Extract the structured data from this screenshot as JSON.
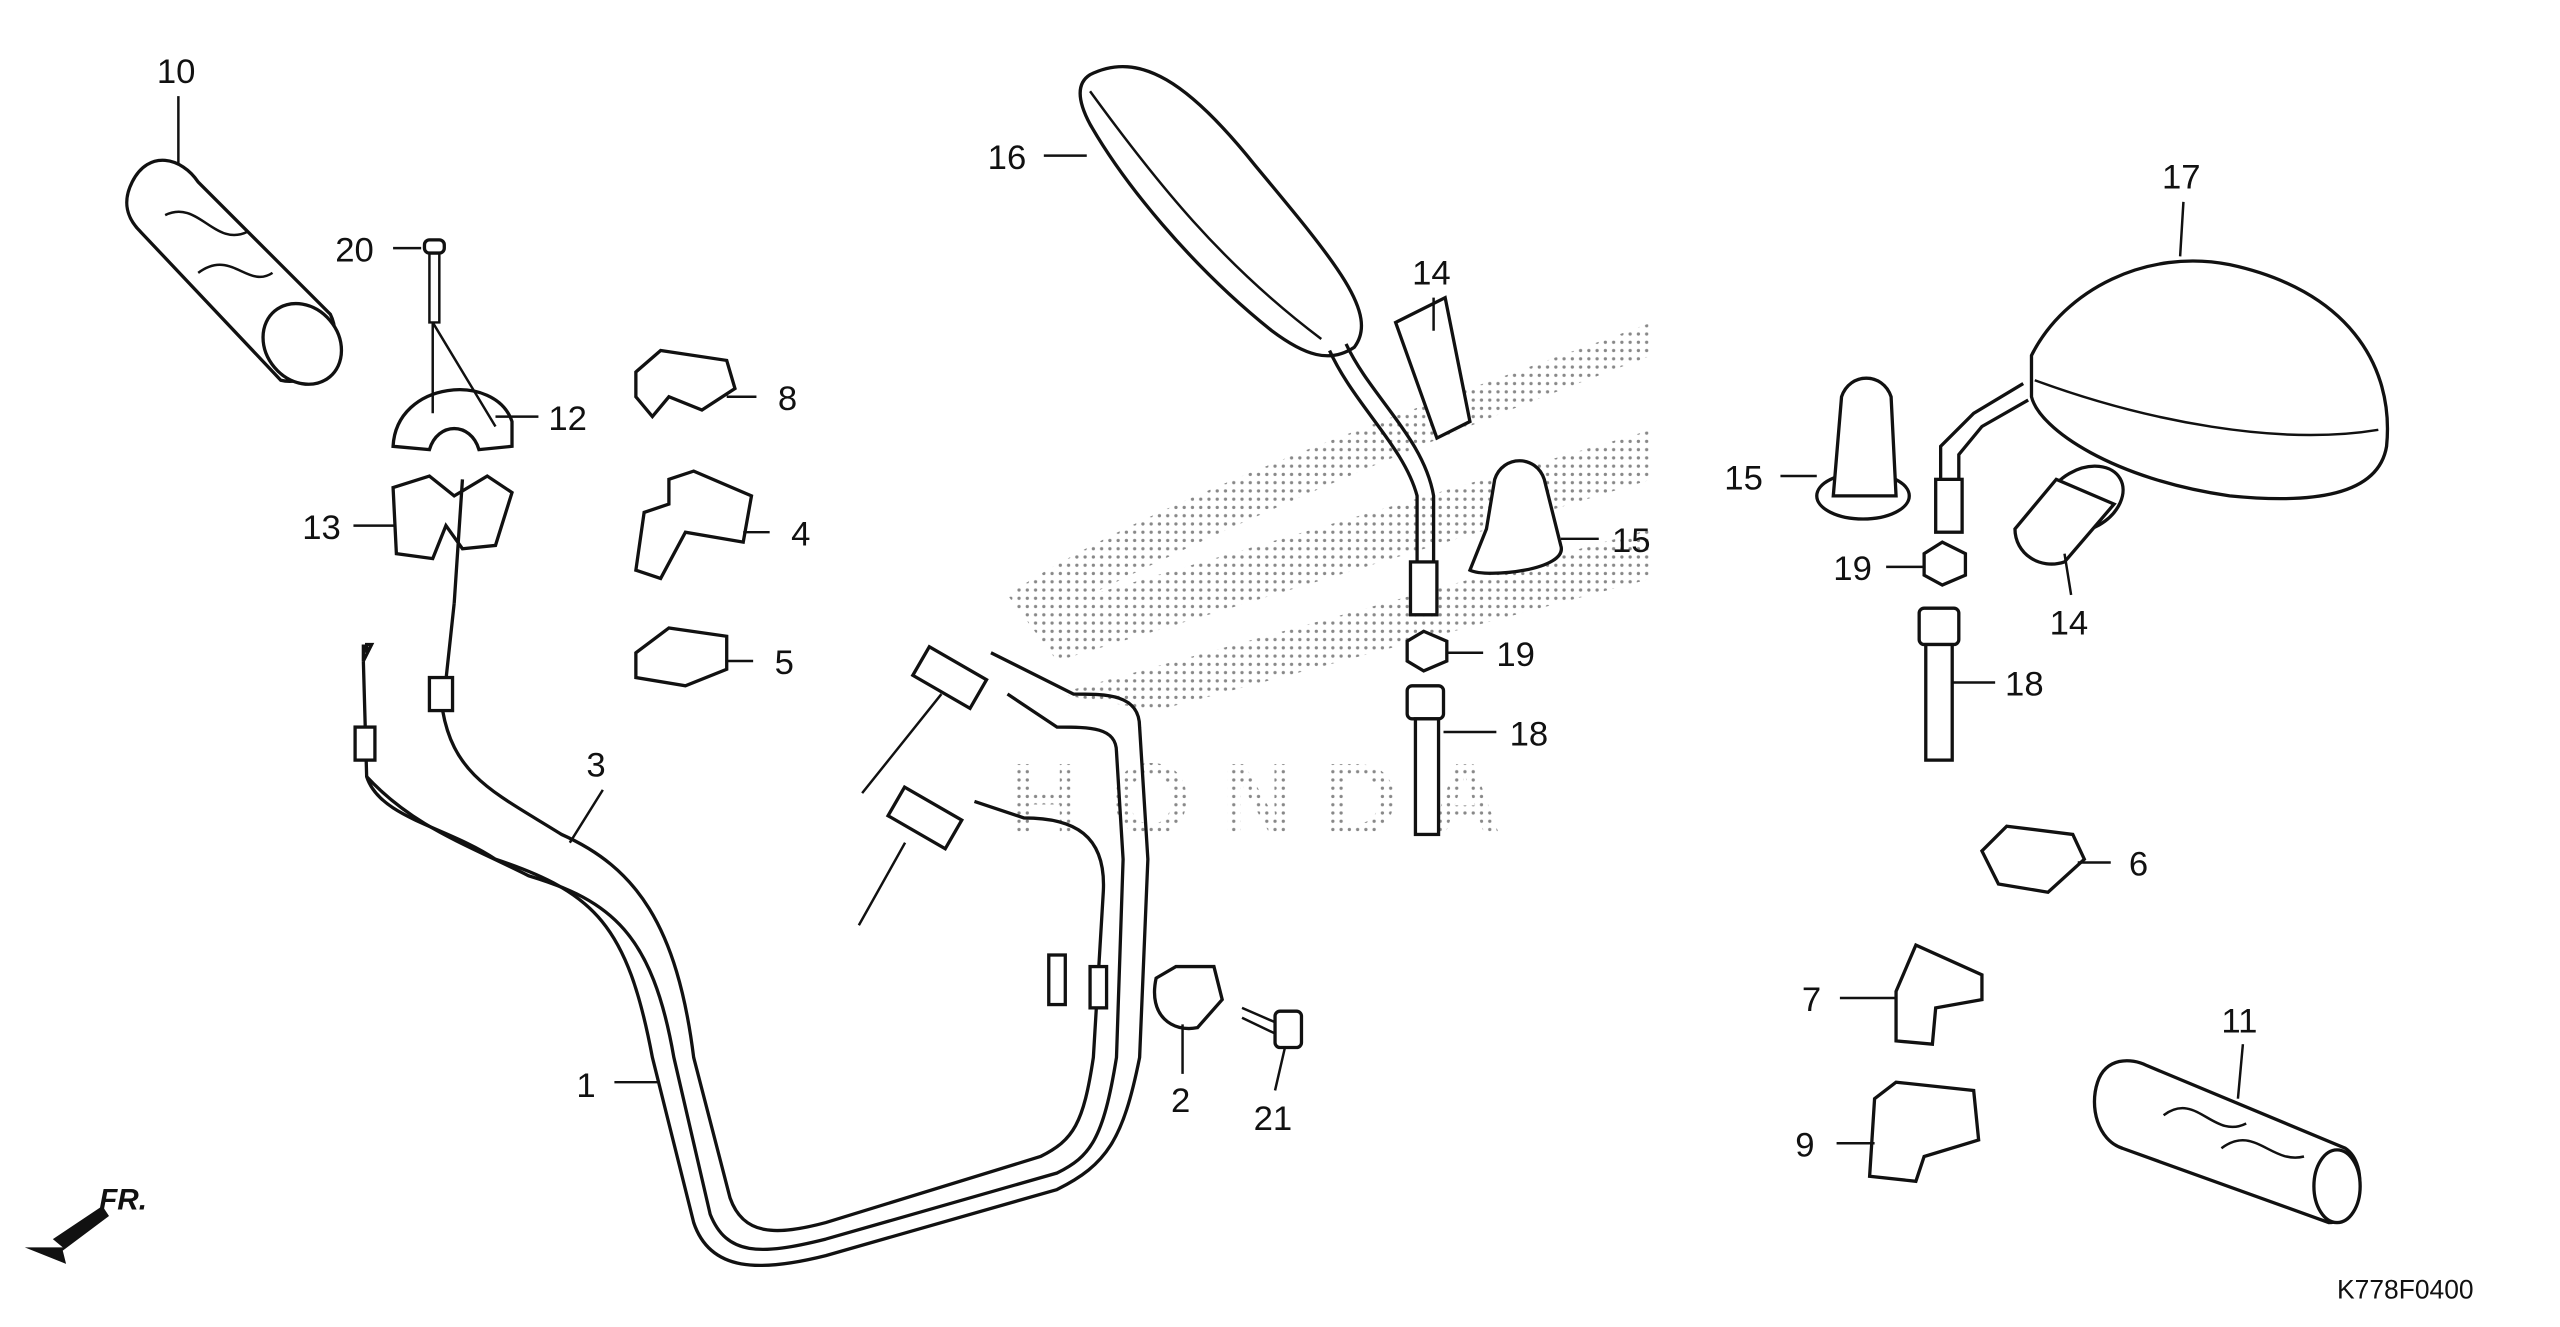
{
  "diagram": {
    "code": "K778F0400",
    "direction_label": "FR.",
    "watermark": "HONDA",
    "callouts": {
      "p1": "1",
      "p2": "2",
      "p3": "3",
      "p4": "4",
      "p5": "5",
      "p6": "6",
      "p7": "7",
      "p8": "8",
      "p9": "9",
      "p10": "10",
      "p11": "11",
      "p12": "12",
      "p13": "13",
      "p14a": "14",
      "p14b": "14",
      "p15a": "15",
      "p15b": "15",
      "p16": "16",
      "p17": "17",
      "p18a": "18",
      "p18b": "18",
      "p19a": "19",
      "p19b": "19",
      "p20": "20",
      "p21": "21"
    }
  }
}
